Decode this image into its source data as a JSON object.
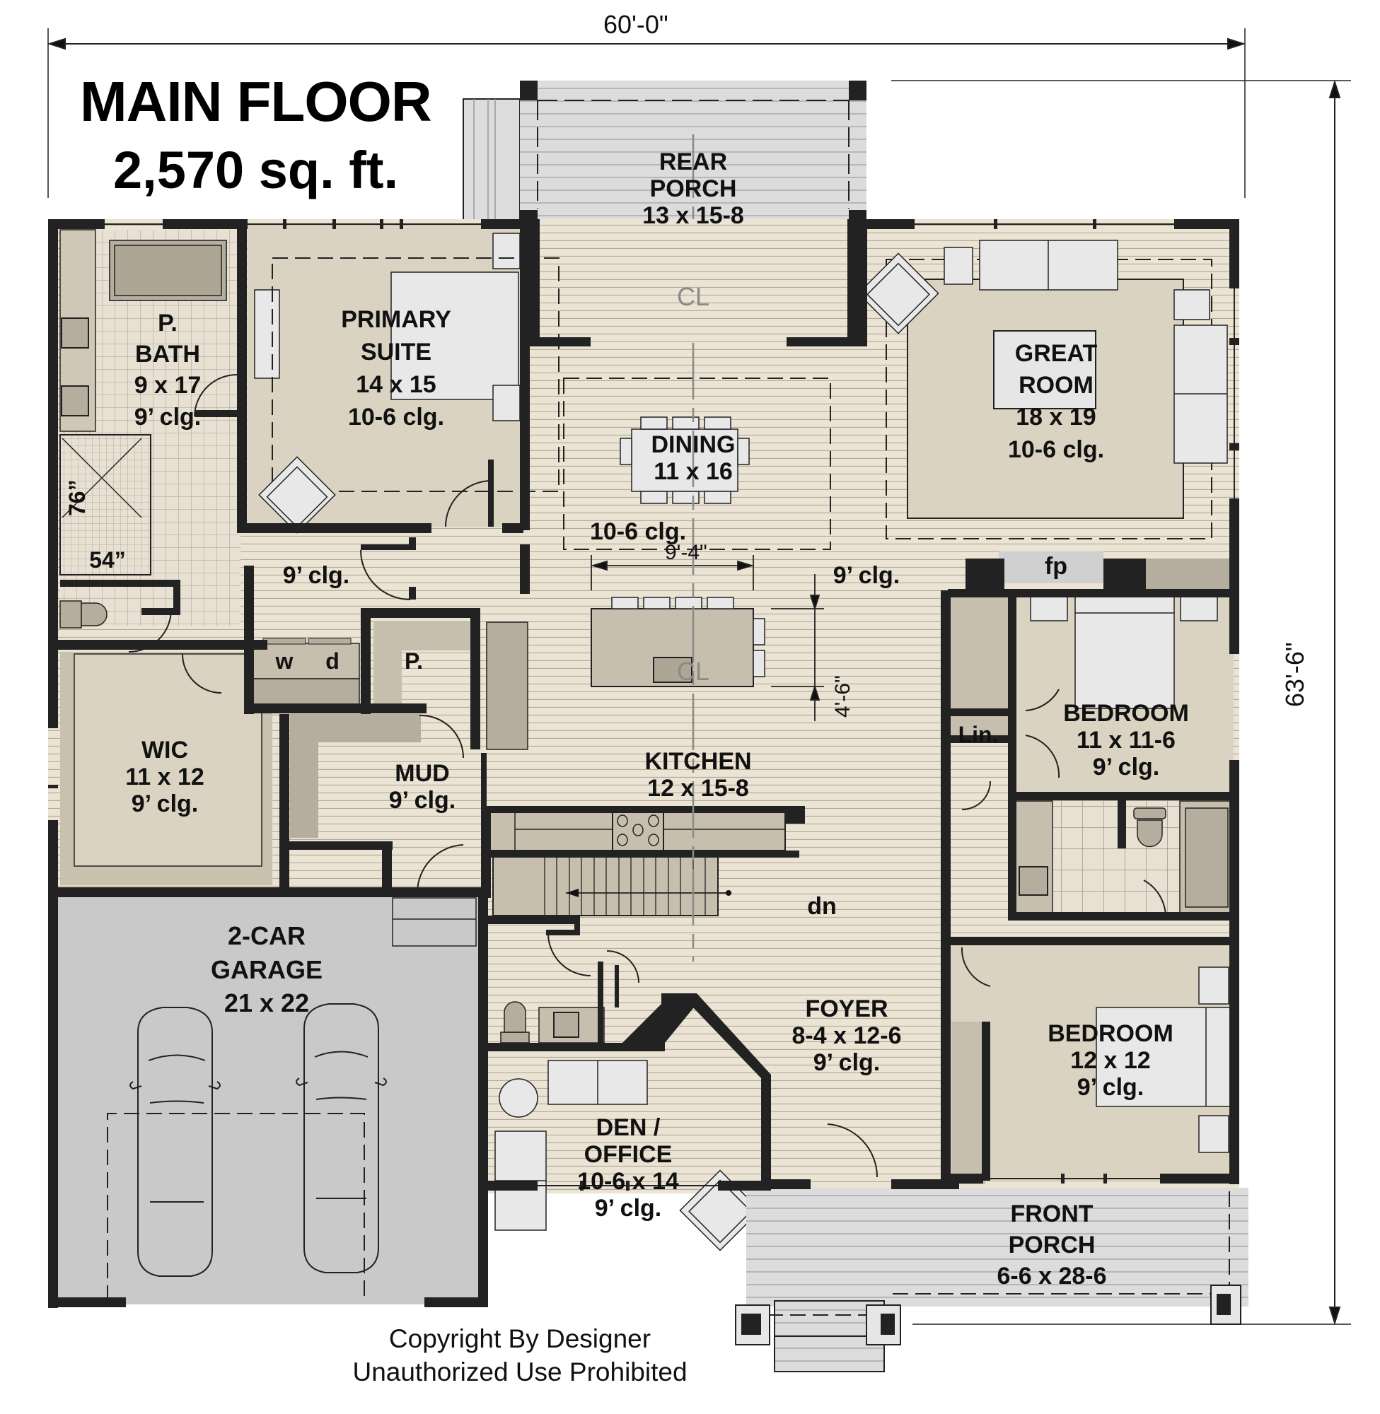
{
  "title": {
    "heading": "MAIN FLOOR",
    "area": "2,570 sq. ft."
  },
  "dimensions": {
    "overall_width": "60'-0\"",
    "overall_depth": "63'-6\"",
    "island_width": "9'-4\"",
    "island_depth": "4'-6\""
  },
  "rooms": {
    "rear_porch": {
      "name_1": "REAR",
      "name_2": "PORCH",
      "size": "13 x 15-8"
    },
    "primary_suite": {
      "name_1": "PRIMARY",
      "name_2": "SUITE",
      "size": "14 x 15",
      "ceiling": "10-6 clg."
    },
    "primary_bath": {
      "name_1": "P.",
      "name_2": "BATH",
      "size": "9 x 17",
      "ceiling": "9’ clg."
    },
    "shower": {
      "depth": "76”",
      "width": "54”"
    },
    "great_room": {
      "name_1": "GREAT",
      "name_2": "ROOM",
      "size": "18 x 19",
      "ceiling": "10-6 clg."
    },
    "dining": {
      "name": "DINING",
      "size": "11 x 16",
      "ceiling": "10-6 clg."
    },
    "hall_primary": {
      "ceiling": "9’ clg."
    },
    "kitchen": {
      "name": "KITCHEN",
      "size": "12 x 15-8",
      "ceiling": "9’ clg."
    },
    "fireplace": {
      "label": "fp"
    },
    "laundry": {
      "washer": "w",
      "dryer": "d"
    },
    "pantry": {
      "label": "P."
    },
    "linen": {
      "label": "Lin."
    },
    "bedroom_1": {
      "name": "BEDROOM",
      "size": "11 x 11-6",
      "ceiling": "9’ clg."
    },
    "wic": {
      "name": "WIC",
      "size": "11 x 12",
      "ceiling": "9’ clg."
    },
    "mud": {
      "name": "MUD",
      "ceiling": "9’ clg."
    },
    "stairs": {
      "label": "dn"
    },
    "garage": {
      "name_1": "2-CAR",
      "name_2": "GARAGE",
      "size": "21 x 22"
    },
    "foyer": {
      "name": "FOYER",
      "size": "8-4 x 12-6",
      "ceiling": "9’ clg."
    },
    "bedroom_2": {
      "name": "BEDROOM",
      "size": "12 x 12",
      "ceiling": "9’ clg."
    },
    "den": {
      "name_1": "DEN /",
      "name_2": "OFFICE",
      "size": "10-6 x 14",
      "ceiling": "9’ clg."
    },
    "front_porch": {
      "name_1": "FRONT",
      "name_2": "PORCH",
      "size": "6-6 x 28-6"
    }
  },
  "centerline_symbol": "CL",
  "copyright": {
    "line_1": "Copyright By Designer",
    "line_2": "Unauthorized Use Prohibited"
  },
  "colors": {
    "wall": "#222222",
    "floor_wood": "#e9e0d0",
    "floor_carpet": "#d9d2c0",
    "floor_tile": "#e6dfd1",
    "porch": "#d9d9d9",
    "garage": "#c8c8c8",
    "cabinet": "#b5ad9e",
    "furniture": "#e8e8e8"
  }
}
